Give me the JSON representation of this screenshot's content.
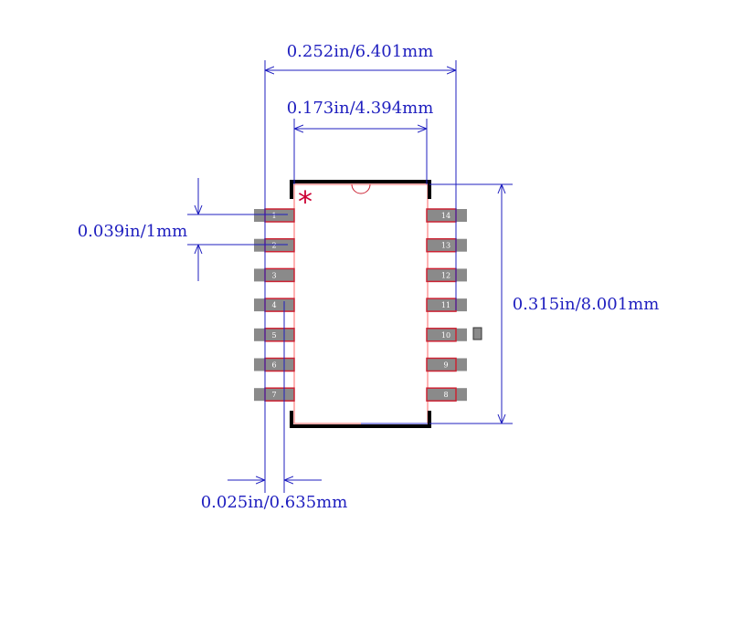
{
  "dimensions": {
    "overall_width": "0.252in/6.401mm",
    "body_width": "0.173in/4.394mm",
    "pin_pitch": "0.039in/1mm",
    "body_length": "0.315in/8.001mm",
    "pad_width": "0.025in/0.635mm"
  },
  "pin1_marker": "*",
  "pins_left": [
    "1",
    "2",
    "3",
    "4",
    "5",
    "6",
    "7"
  ],
  "pins_right": [
    "14",
    "13",
    "12",
    "11",
    "10",
    "9",
    "8"
  ],
  "colors": {
    "dimension": "#1f1fbf",
    "pad": "#8a8a8a",
    "pad_outline": "#cc2233",
    "body_outline": "#ff6666",
    "silkscreen": "#000000",
    "pin1_marker": "#cc0033"
  }
}
